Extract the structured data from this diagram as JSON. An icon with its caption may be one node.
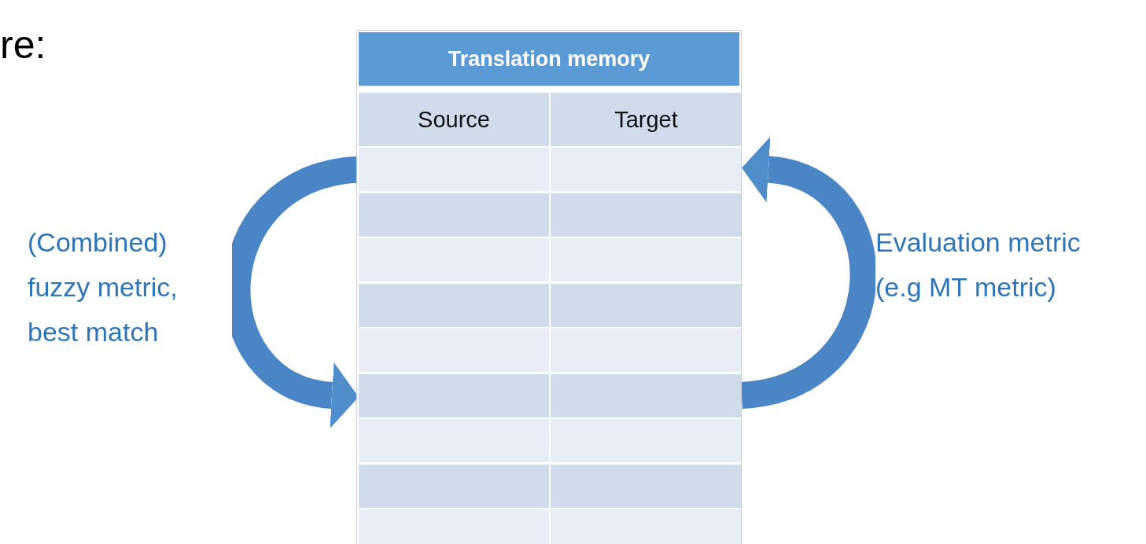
{
  "diagram": {
    "nodes": [
      {
        "text": [
          "Translation memory"
        ]
      },
      {
        "text": [
          "Source"
        ],
        "in": 0
      },
      {
        "text": [
          "Target"
        ],
        "in": 0
      },
      {
        "text": [],
        "shape": "box",
        "in": 0
      },
      {
        "text": [],
        "shape": "box",
        "in": 0
      },
      {
        "text": [],
        "shape": "box",
        "in": 0
      },
      {
        "text": [],
        "shape": "box",
        "in": 0
      }
    ],
    "edges": [
      {
        "from": 3,
        "to": 5,
        "arrow": "to",
        "label": "(Combined) fuzzy metric, best match"
      },
      {
        "from": 6,
        "to": 4,
        "arrow": "to",
        "label": "Evaluation metric (e.g MT metric)"
      }
    ],
    "labels": [
      "re:"
    ]
  }
}
